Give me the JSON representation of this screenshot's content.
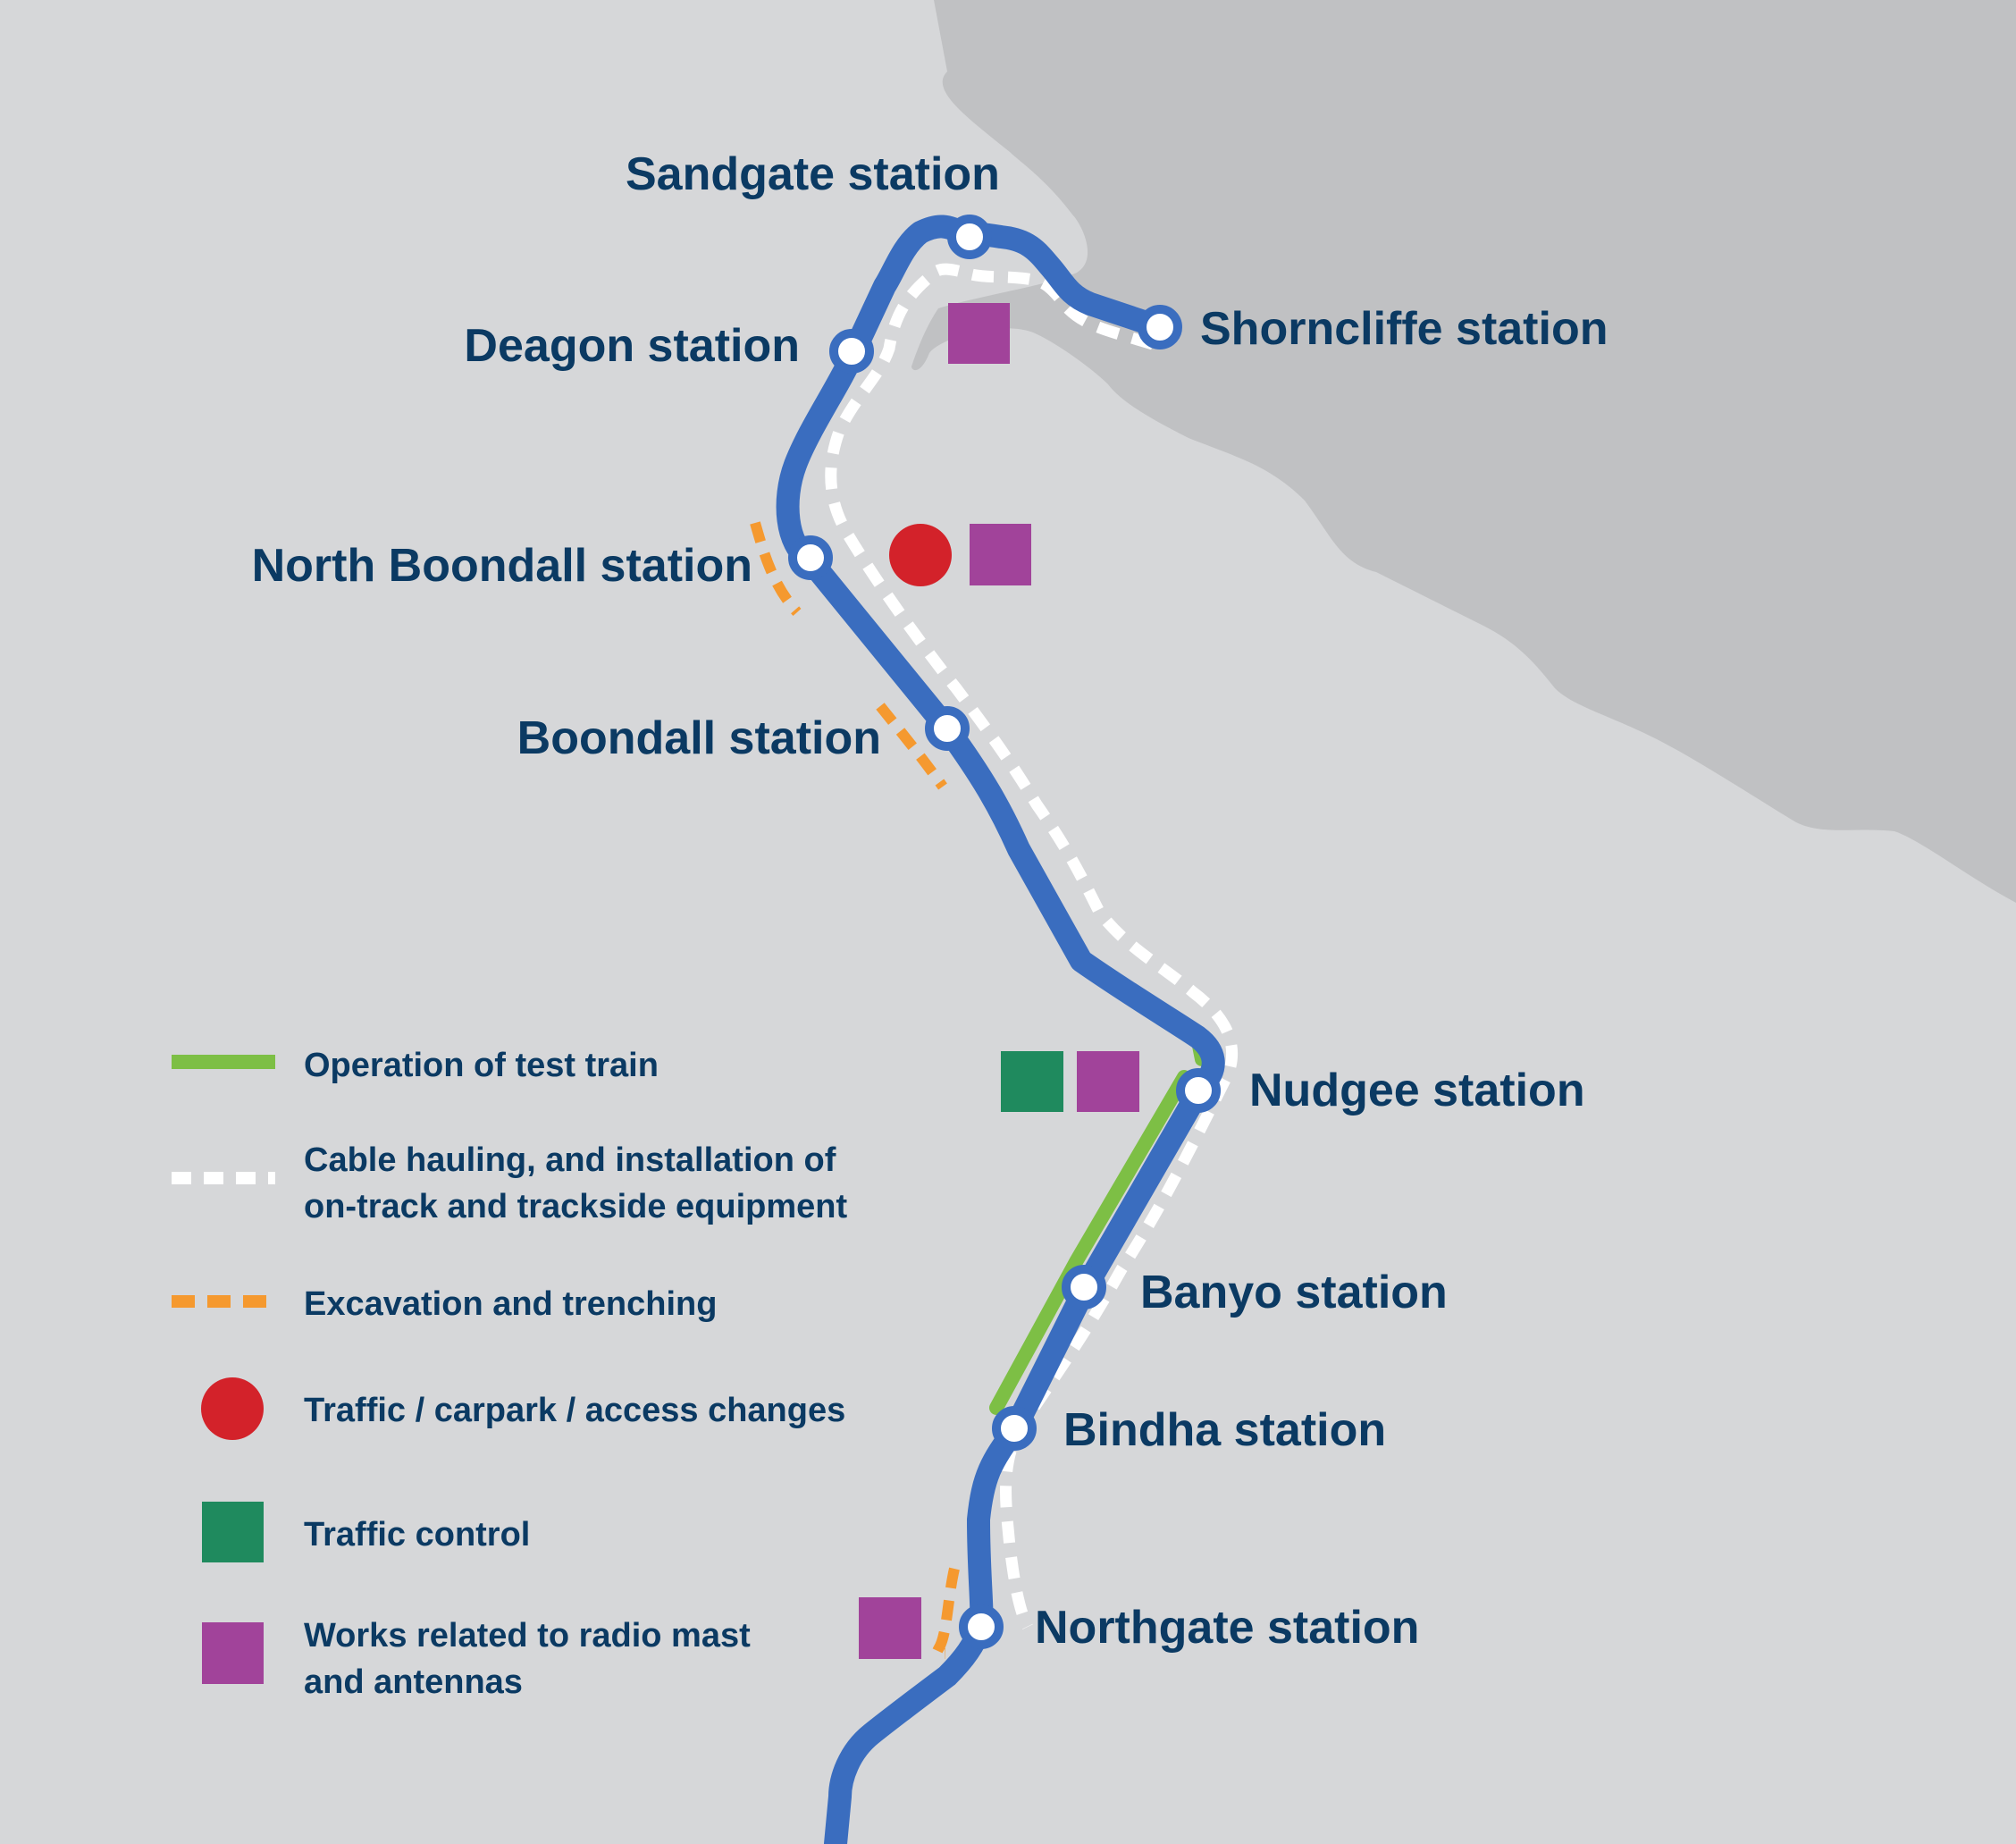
{
  "colors": {
    "background": "#d6d7d9",
    "water": "#c0c1c3",
    "rail_line": "#3a6dbf",
    "test_train": "#7dbf45",
    "cable": "#ffffff",
    "excavation": "#f5992f",
    "traffic_change": "#d3222a",
    "traffic_control": "#1f8a5e",
    "radio_works": "#a1439a",
    "text": "#0b3a63"
  },
  "stations": [
    {
      "id": "sandgate",
      "label": "Sandgate station"
    },
    {
      "id": "shorncliffe",
      "label": "Shorncliffe station"
    },
    {
      "id": "deagon",
      "label": "Deagon station"
    },
    {
      "id": "north-boondall",
      "label": "North Boondall station"
    },
    {
      "id": "boondall",
      "label": "Boondall station"
    },
    {
      "id": "nudgee",
      "label": "Nudgee station"
    },
    {
      "id": "banyo",
      "label": "Banyo station"
    },
    {
      "id": "bindha",
      "label": "Bindha station"
    },
    {
      "id": "northgate",
      "label": "Northgate station"
    }
  ],
  "legend": [
    {
      "id": "test-train",
      "icon": "green-line",
      "lines": [
        "Operation of test train"
      ]
    },
    {
      "id": "cable",
      "icon": "white-dotted-line",
      "lines": [
        "Cable hauling, and installation of",
        "on-track and trackside equipment"
      ]
    },
    {
      "id": "excavation",
      "icon": "orange-dashed-line",
      "lines": [
        "Excavation and trenching"
      ]
    },
    {
      "id": "traffic-changes",
      "icon": "red-circle",
      "lines": [
        "Traffic / carpark / access changes"
      ]
    },
    {
      "id": "traffic-control",
      "icon": "green-square",
      "lines": [
        "Traffic control"
      ]
    },
    {
      "id": "radio-works",
      "icon": "purple-square",
      "lines": [
        "Works related to radio mast",
        "and antennas"
      ]
    }
  ]
}
